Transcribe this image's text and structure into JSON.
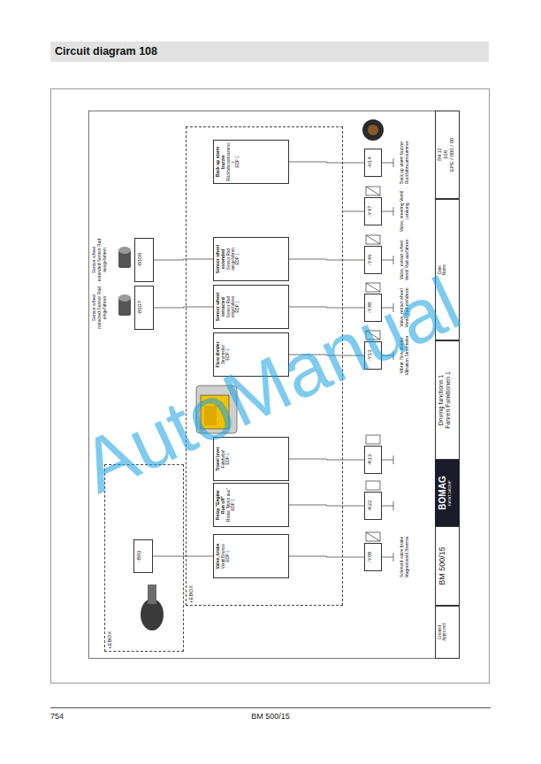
{
  "diagram": {
    "title": "Circuit diagram 108",
    "nodes": [
      {
        "text": [
          "+EBOX"
        ]
      },
      {
        "text": [
          "-B03"
        ],
        "in": 0
      },
      {
        "text": [
          "+EBOX"
        ]
      },
      {
        "text": [
          "Valve, brake",
          "Ventil Bremse",
          "EDP 1"
        ],
        "in": 2
      },
      {
        "text": [
          "Relay \"Engine Run off\"",
          "Relais \"Motor aus\"",
          "EDP 1"
        ],
        "in": 2
      },
      {
        "text": [
          "Travel lever",
          "Fahrhebel",
          "EDP 1"
        ],
        "in": 2
      },
      {
        "text": [
          "Flow divider",
          "Stromteiler",
          "EDP 1"
        ],
        "in": 2
      },
      {
        "text": [
          "Sensor wheel retracted",
          "Sensor Rad eingefahren",
          "EDP 1"
        ],
        "in": 2
      },
      {
        "text": [
          "Sensor wheel extended",
          "Sensor Rad ausgefahren",
          "EDP 1"
        ],
        "in": 2
      },
      {
        "text": [
          "Back up alarm buzzer",
          "Rückfahrwarnsummer",
          "EDP 1"
        ],
        "in": 2
      },
      {
        "text": [
          "-B107"
        ]
      },
      {
        "text": [
          "-B108"
        ]
      },
      {
        "text": [
          "-Y08"
        ]
      },
      {
        "text": [
          "-K22"
        ]
      },
      {
        "text": [
          "-K13"
        ]
      },
      {
        "text": [
          "-Y13"
        ]
      },
      {
        "text": [
          "-Y48"
        ]
      },
      {
        "text": [
          "-Y46"
        ]
      },
      {
        "text": [
          "-Y47"
        ]
      },
      {
        "text": [
          "-H14"
        ]
      },
      {
        "text": [
          "Created",
          "Approved"
        ]
      },
      {
        "text": [
          "BM 500/15"
        ]
      },
      {
        "text": [
          "BOMAG",
          "FAYAT GROUP"
        ]
      },
      {
        "text": [
          "Driving functions 1",
          "Fahren Funktionen 1"
        ]
      },
      {
        "text": [
          "Date",
          "Name"
        ]
      },
      {
        "text": [
          "BM 13",
          "108",
          "EPE / 000 / 00"
        ]
      }
    ],
    "edges": [
      {
        "from": 1,
        "to": 3,
        "arrow": "none"
      },
      {
        "from": 10,
        "to": 7,
        "arrow": "none"
      },
      {
        "from": 11,
        "to": 8,
        "arrow": "none"
      },
      {
        "from": 3,
        "to": 12,
        "arrow": "none"
      },
      {
        "from": 4,
        "to": 13,
        "arrow": "none"
      },
      {
        "from": 5,
        "to": 14,
        "arrow": "none"
      },
      {
        "from": 6,
        "to": 15,
        "arrow": "none"
      },
      {
        "from": 7,
        "to": 16,
        "arrow": "none"
      },
      {
        "from": 8,
        "to": 17,
        "arrow": "none"
      },
      {
        "from": 9,
        "to": 19,
        "arrow": "none"
      }
    ],
    "labels": [
      "Sensor wheel retracted Sensor Rad eingefahren",
      "Sensor wheel extended Sensor Rad ausgefahren",
      "Solenoid valve brake Magnetventil Bremse",
      "Vibrat. flow divider Vibration Stromteiler",
      "Valve, retract wheel Ventil Rad einfahren",
      "Valve, extract wheel Ventil Rad ausfahren",
      "Valve, steering Ventil Lenkung",
      "Back up alarm buzzer Rückfahrwarnsummer",
      "754",
      "BM 500/15",
      "AutoManual"
    ]
  }
}
